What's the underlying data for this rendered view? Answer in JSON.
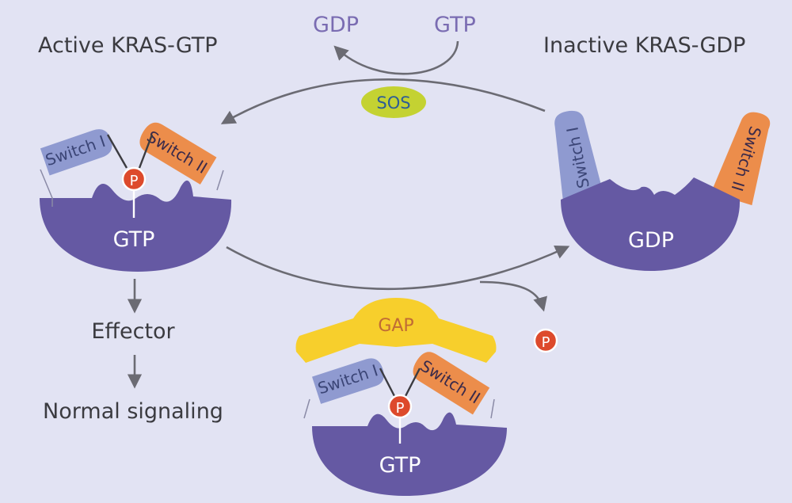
{
  "title_active": "Active KRAS-GTP",
  "title_inactive": "Inactive KRAS-GDP",
  "top_gdp": "GDP",
  "top_gtp": "GTP",
  "sos_label": "SOS",
  "gap_label": "GAP",
  "effector_label": "Effector",
  "signaling_label": "Normal signaling",
  "active_protein": {
    "switch1": "Switch I",
    "switch2": "Switch II",
    "phosphate": "P",
    "nucleotide": "GTP"
  },
  "inactive_protein": {
    "switch1": "Switch I",
    "switch2": "Switch II",
    "nucleotide": "GDP"
  },
  "gap_complex": {
    "switch1": "Switch I",
    "switch2": "Switch II",
    "phosphate": "P",
    "nucleotide": "GTP"
  },
  "released_phosphate": "P",
  "colors": {
    "background": "#e2e3f3",
    "protein_body": "#6559a3",
    "switch1": "#8f9ad0",
    "switch2": "#ec8d4b",
    "phosphate": "#dd4a2c",
    "sos": "#c4d232",
    "gap": "#f7cf2c",
    "arrow": "#6b6b73",
    "nucleotide_text": "#7a6cb2",
    "gap_text": "#c06b35"
  }
}
